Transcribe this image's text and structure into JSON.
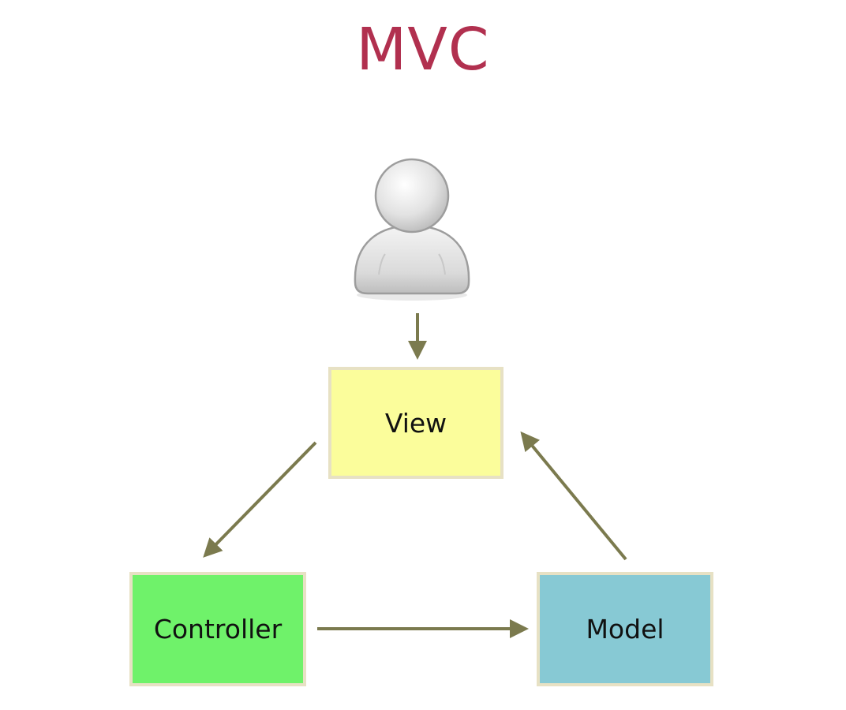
{
  "title": {
    "text": "MVC",
    "color": "#b1304f"
  },
  "user": {
    "icon": "user-icon"
  },
  "boxes": {
    "view": {
      "label": "View",
      "color": "#fbfd9b"
    },
    "controller": {
      "label": "Controller",
      "color": "#6ff26a"
    },
    "model": {
      "label": "Model",
      "color": "#87c9d4"
    }
  },
  "arrows": {
    "color": "#7b7a4e",
    "connections": [
      {
        "from": "user",
        "to": "view"
      },
      {
        "from": "view",
        "to": "controller"
      },
      {
        "from": "controller",
        "to": "model"
      },
      {
        "from": "model",
        "to": "view"
      }
    ]
  }
}
